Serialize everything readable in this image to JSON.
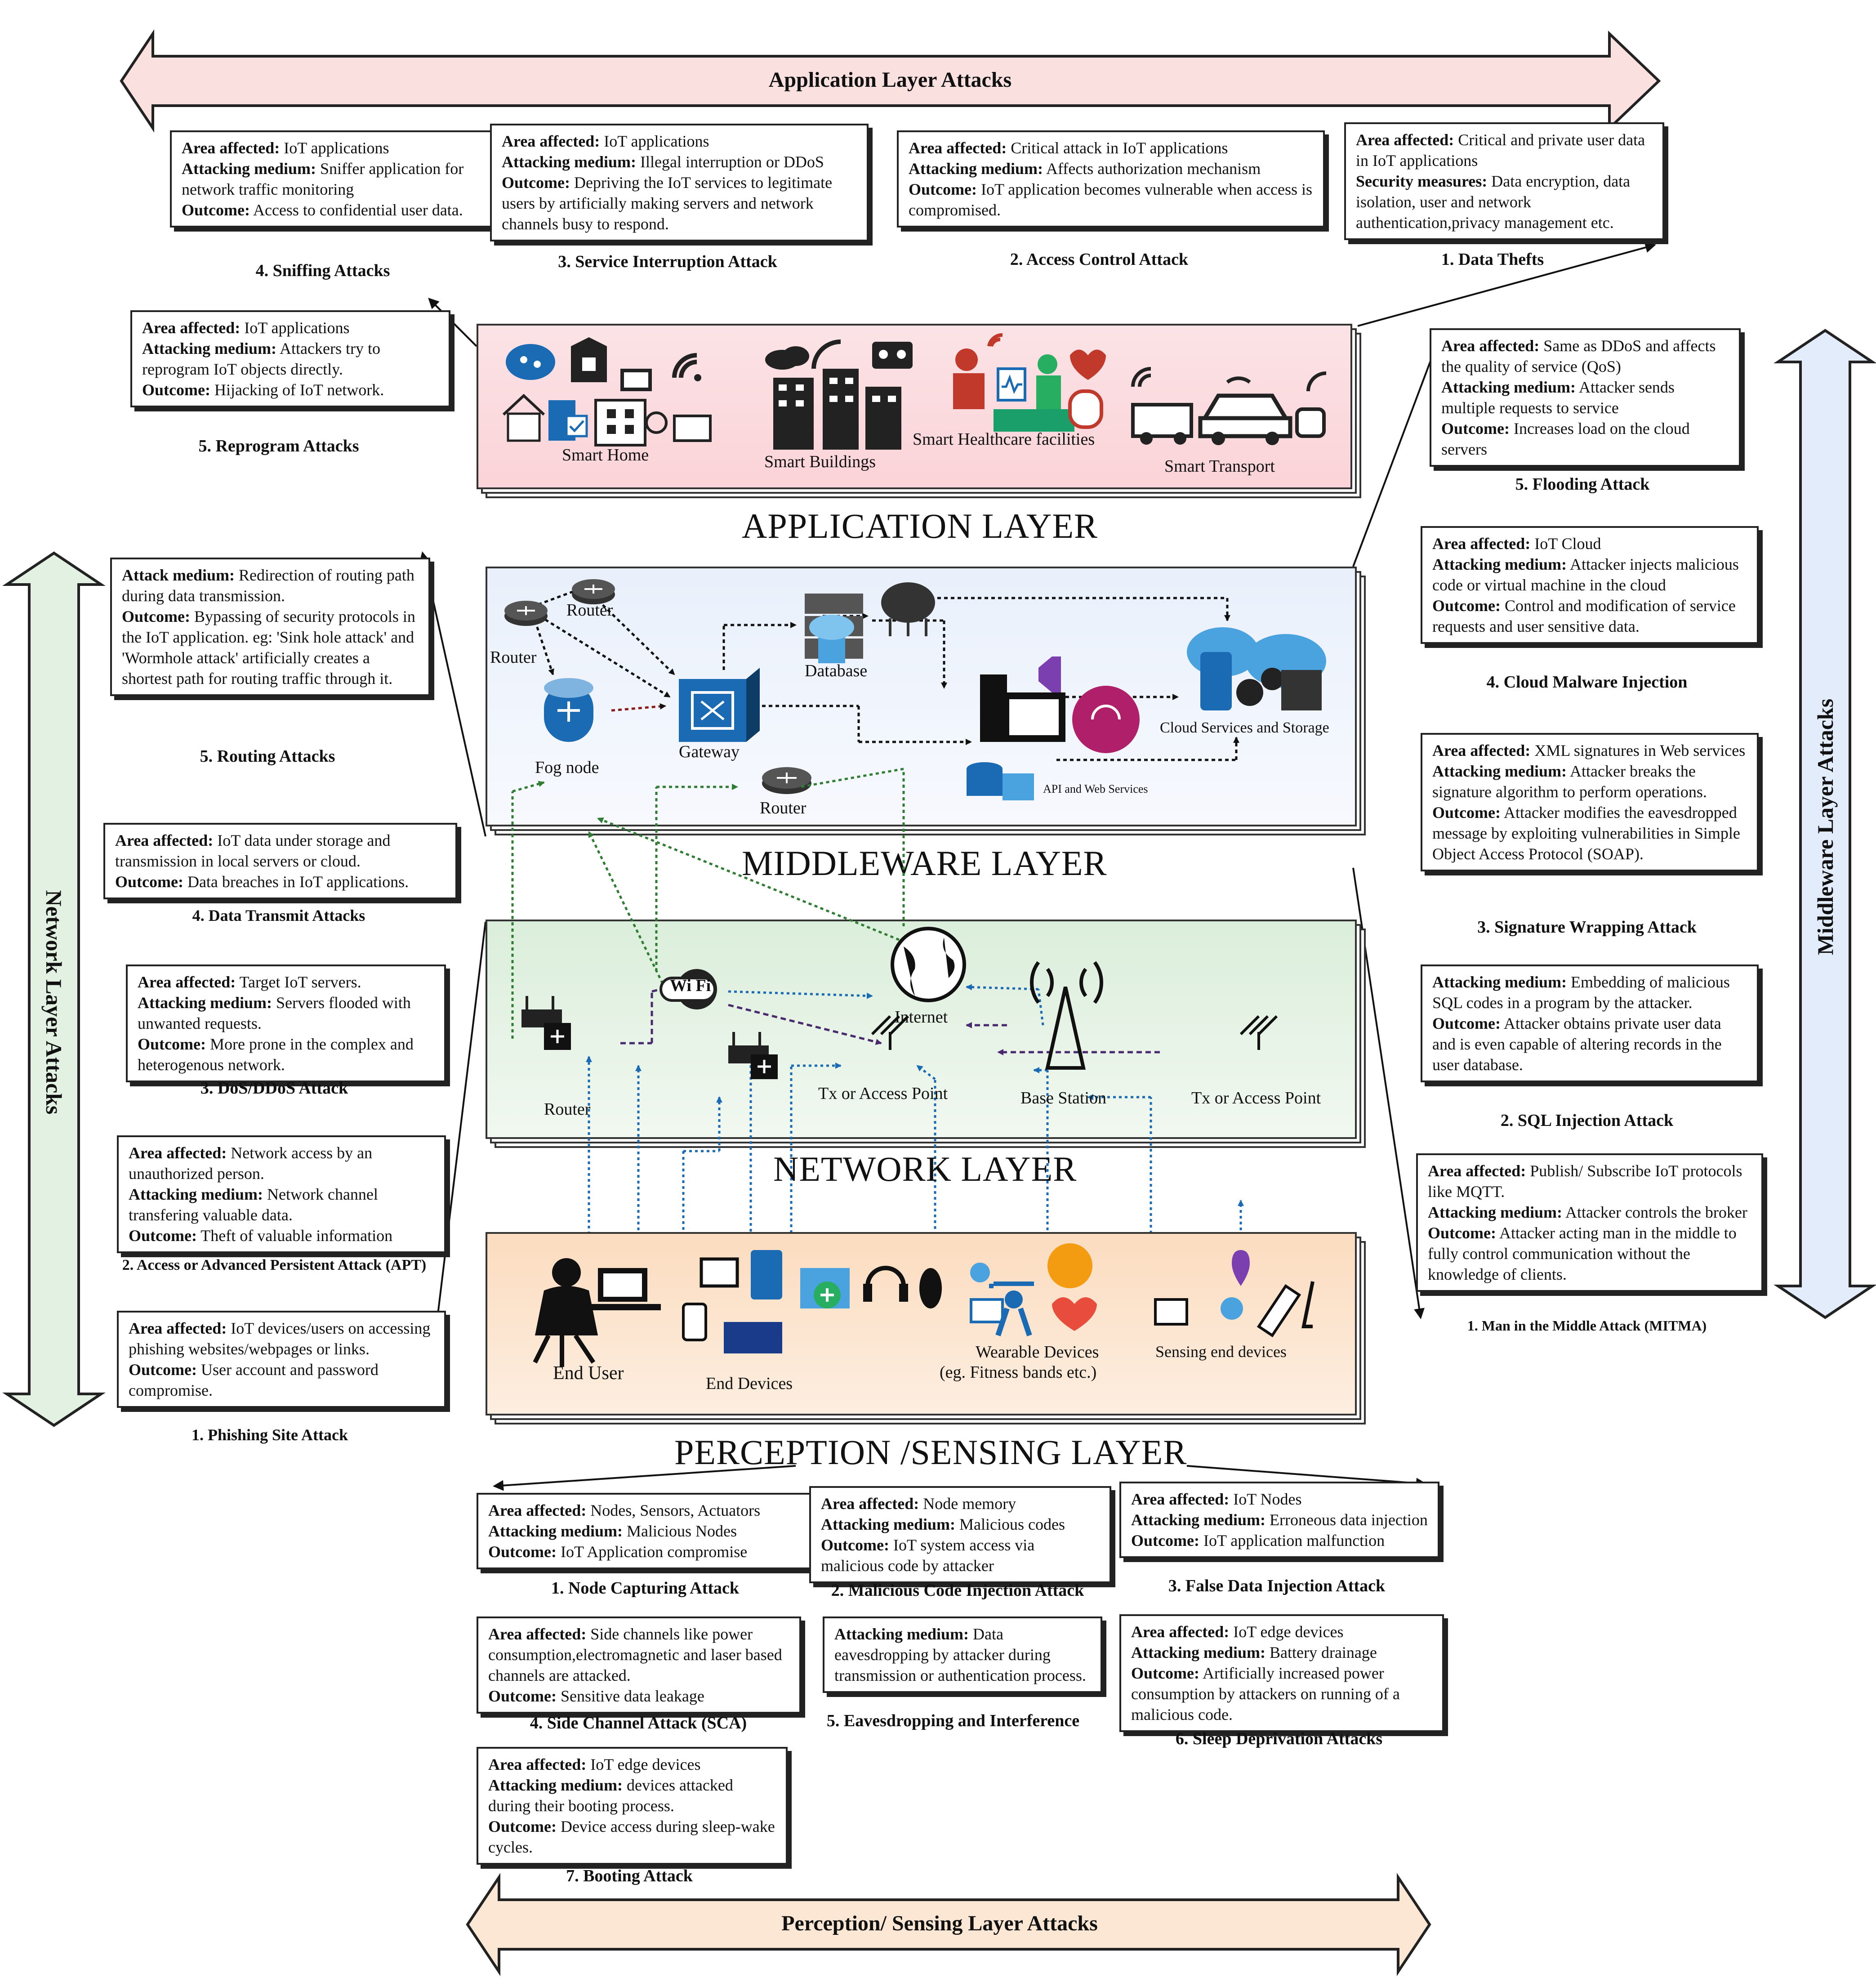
{
  "banners": {
    "application": "Application Layer Attacks",
    "network": "Network Layer Attacks",
    "middleware": "Middleware Layer Attacks",
    "perception": "Perception/ Sensing Layer Attacks"
  },
  "layers": {
    "application": "APPLICATION LAYER",
    "middleware": "MIDDLEWARE LAYER",
    "network": "NETWORK LAYER",
    "perception": "PERCEPTION /SENSING LAYER"
  },
  "application_panel": {
    "smart_home": "Smart Home",
    "smart_buildings": "Smart Buildings",
    "smart_healthcare": "Smart Healthcare facilities",
    "smart_transport": "Smart Transport"
  },
  "middleware_panel": {
    "router_1": "Router",
    "router_2": "Router",
    "router_3": "Router",
    "fog_node": "Fog node",
    "gateway": "Gateway",
    "database": "Database",
    "api": "API and Web Services",
    "cloud": "Cloud Services and Storage"
  },
  "network_panel": {
    "wifi": "Wi Fi",
    "internet": "Internet",
    "router": "Router",
    "tx_1": "Tx or Access Point",
    "base_station": "Base Station",
    "tx_2": "Tx or Access Point"
  },
  "perception_panel": {
    "end_user": "End User",
    "end_devices": "End Devices",
    "wearable_1": "Wearable  Devices",
    "wearable_2": "(eg. Fitness bands etc.)",
    "sensing": "Sensing end devices"
  },
  "app_attacks": [
    {
      "caption": "4. Sniffing Attacks",
      "rows": [
        [
          "Area affected:",
          " IoT applications"
        ],
        [
          "Attacking medium:",
          " Sniffer application for network traffic monitoring"
        ],
        [
          "Outcome:",
          " Access to confidential user data."
        ]
      ]
    },
    {
      "caption": "3. Service Interruption Attack",
      "rows": [
        [
          "Area affected:",
          " IoT applications"
        ],
        [
          "Attacking medium:",
          " Illegal interruption or DDoS"
        ],
        [
          "Outcome:",
          " Depriving the IoT services to legitimate users by artificially making servers and network channels busy to respond."
        ]
      ]
    },
    {
      "caption": "2. Access Control Attack",
      "rows": [
        [
          "Area affected:",
          " Critical attack in IoT applications"
        ],
        [
          "Attacking medium:",
          " Affects authorization mechanism"
        ],
        [
          "Outcome:",
          " IoT application becomes vulnerable when access is compromised."
        ]
      ]
    },
    {
      "caption": "1. Data Thefts",
      "rows": [
        [
          "Area affected:",
          " Critical and private user data in IoT applications"
        ],
        [
          "Security measures:",
          " Data encryption, data isolation, user and network authentication,privacy management etc."
        ]
      ]
    },
    {
      "caption": "5. Reprogram Attacks",
      "rows": [
        [
          "Area affected:",
          " IoT applications"
        ],
        [
          "Attacking medium:",
          " Attackers try to reprogram IoT objects directly."
        ],
        [
          "Outcome:",
          " Hijacking of IoT network."
        ]
      ]
    }
  ],
  "network_attacks": [
    {
      "caption": "5. Routing Attacks",
      "rows": [
        [
          "Attack medium:",
          " Redirection of routing path during data transmission."
        ],
        [
          "Outcome:",
          " Bypassing of security protocols in the IoT application. eg: 'Sink hole attack' and 'Wormhole attack' artificially creates a shortest path for routing traffic through it."
        ]
      ]
    },
    {
      "caption": "4. Data Transmit Attacks",
      "rows": [
        [
          "Area affected:",
          " IoT data under storage and transmission in local servers or cloud."
        ],
        [
          "Outcome:",
          " Data breaches in IoT applications."
        ]
      ]
    },
    {
      "caption": "3. DoS/DDoS Attack",
      "rows": [
        [
          "Area affected:",
          " Target IoT servers."
        ],
        [
          "Attacking medium:",
          " Servers flooded with unwanted requests."
        ],
        [
          "Outcome:",
          " More prone in the complex and heterogenous network."
        ]
      ]
    },
    {
      "caption": "2. Access or Advanced Persistent Attack (APT)",
      "rows": [
        [
          "Area affected:",
          " Network access by an unauthorized  person."
        ],
        [
          "Attacking medium:",
          " Network channel transfering valuable data."
        ],
        [
          "Outcome:",
          " Theft of valuable information"
        ]
      ]
    },
    {
      "caption": "1. Phishing Site Attack",
      "rows": [
        [
          "Area affected:",
          " IoT devices/users on accessing phishing websites/webpages or links."
        ],
        [
          "Outcome:",
          " User account and password compromise."
        ]
      ]
    }
  ],
  "middleware_attacks": [
    {
      "caption": "5. Flooding Attack",
      "rows": [
        [
          "Area affected:",
          " Same as DDoS and affects the quality of service (QoS)"
        ],
        [
          "Attacking medium:",
          " Attacker sends multiple requests to service"
        ],
        [
          "Outcome:",
          " Increases load on the cloud servers"
        ]
      ]
    },
    {
      "caption": "4. Cloud Malware Injection",
      "rows": [
        [
          "Area affected:",
          " IoT Cloud"
        ],
        [
          "Attacking medium:",
          " Attacker injects malicious code or virtual machine in the cloud"
        ],
        [
          "Outcome:",
          " Control and modification of service requests and user sensitive data."
        ]
      ]
    },
    {
      "caption": "3. Signature Wrapping Attack",
      "rows": [
        [
          "Area affected:",
          " XML signatures in Web services"
        ],
        [
          "Attacking medium:",
          " Attacker breaks the signature algorithm to perform operations."
        ],
        [
          "Outcome:",
          " Attacker modifies the eavesdropped message by exploiting vulnerabilities in Simple Object Access Protocol (SOAP)."
        ]
      ]
    },
    {
      "caption": "2. SQL Injection Attack",
      "rows": [
        [
          "Attacking medium:",
          " Embedding of malicious SQL codes  in a program by the attacker."
        ],
        [
          "Outcome:",
          " Attacker obtains private user data and is even capable of altering records in the user database."
        ]
      ]
    },
    {
      "caption": "1. Man in the Middle Attack (MITMA)",
      "rows": [
        [
          "Area affected:",
          " Publish/ Subscribe IoT protocols like MQTT."
        ],
        [
          "Attacking medium:",
          " Attacker controls the broker"
        ],
        [
          "Outcome:",
          " Attacker acting man in the middle to fully control communication without the knowledge of clients."
        ]
      ]
    }
  ],
  "perception_attacks": [
    {
      "caption": "1. Node Capturing Attack",
      "rows": [
        [
          "Area affected:",
          " Nodes, Sensors, Actuators"
        ],
        [
          "Attacking medium:",
          " Malicious Nodes"
        ],
        [
          "Outcome:",
          " IoT Application compromise"
        ]
      ]
    },
    {
      "caption": "2. Malicious Code Injection Attack",
      "rows": [
        [
          "Area affected:",
          " Node memory"
        ],
        [
          "Attacking medium:",
          " Malicious codes"
        ],
        [
          "Outcome:",
          " IoT system access via malicious code by attacker"
        ]
      ]
    },
    {
      "caption": "3. False Data Injection Attack",
      "rows": [
        [
          "Area affected:",
          " IoT Nodes"
        ],
        [
          "Attacking medium:",
          " Erroneous data injection"
        ],
        [
          "Outcome:",
          " IoT application malfunction"
        ]
      ]
    },
    {
      "caption": "4. Side Channel Attack (SCA)",
      "rows": [
        [
          "Area affected:",
          " Side channels like power consumption,electromagnetic and laser based channels are attacked."
        ],
        [
          "Outcome:",
          " Sensitive data leakage"
        ]
      ]
    },
    {
      "caption": "5. Eavesdropping and Interference",
      "rows": [
        [
          "Attacking medium:",
          " Data eavesdropping by attacker during transmission or  authentication process."
        ]
      ]
    },
    {
      "caption": "6. Sleep Deprivation Attacks",
      "rows": [
        [
          "Area affected:",
          " IoT edge devices"
        ],
        [
          "Attacking medium:",
          " Battery drainage"
        ],
        [
          "Outcome:",
          " Artificially increased power consumption by attackers on running of a malicious code."
        ]
      ]
    },
    {
      "caption": "7. Booting Attack",
      "rows": [
        [
          "Area affected:",
          "  IoT edge devices"
        ],
        [
          "Attacking medium:",
          " devices attacked during their booting process."
        ],
        [
          "Outcome:",
          " Device access during sleep-wake cycles."
        ]
      ]
    }
  ],
  "colors": {
    "app_banner": "#fbe0e0",
    "network_banner": "#e3f1e3",
    "middleware_banner": "#e2ecfa",
    "perception_banner": "#fbe7d4",
    "app_panel": "#fbdde0",
    "middleware_panel": "#e6edfa",
    "network_panel": "#dfeedd",
    "perception_panel": "#fbe1c8",
    "icon_blue": "#1a6bb3",
    "icon_black": "#1a1a1a"
  }
}
